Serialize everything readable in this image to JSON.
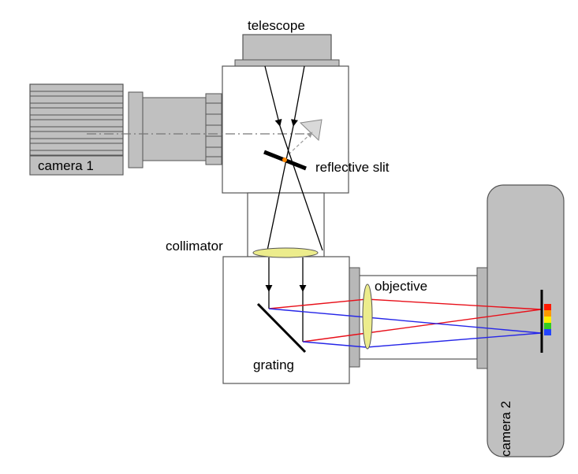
{
  "labels": {
    "telescope": "telescope",
    "camera1": "camera 1",
    "reflective_slit": "reflective slit",
    "collimator": "collimator",
    "objective": "objective",
    "grating": "grating",
    "camera2": "camera 2"
  },
  "colors": {
    "housing_fill": "#c0c0c0",
    "housing_dark": "#808080",
    "lens_fill": "#ecec8c",
    "ray_red": "#e8101a",
    "ray_blue": "#2626e8",
    "spectrum": [
      "#ff1a00",
      "#ff9900",
      "#ffee00",
      "#33cc22",
      "#2244ff"
    ]
  }
}
